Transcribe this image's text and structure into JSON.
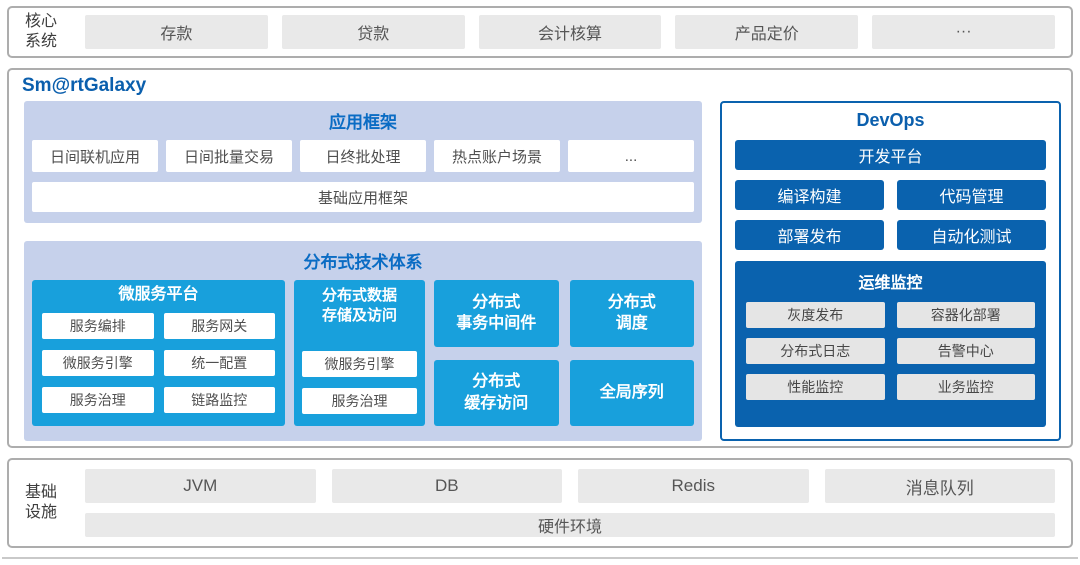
{
  "colors": {
    "panel_periwinkle": "#c6d1eb",
    "cyan": "#18a0dc",
    "dark_blue": "#0a62ae",
    "title_blue": "#0a6cc4",
    "brand_blue": "#0b5fad",
    "gray_box": "#e9e9e9"
  },
  "core_systems": {
    "label": "核心\n系统",
    "items": [
      "存款",
      "贷款",
      "会计核算",
      "产品定价",
      "···"
    ]
  },
  "galaxy": {
    "title": "Sm@rtGalaxy",
    "app_framework": {
      "title": "应用框架",
      "apps": [
        "日间联机应用",
        "日间批量交易",
        "日终批处理",
        "热点账户场景",
        "..."
      ],
      "base": "基础应用框架"
    },
    "distributed": {
      "title": "分布式技术体系",
      "microservice_platform": {
        "title": "微服务平台",
        "items": [
          "服务编排",
          "服务网关",
          "微服务引擎",
          "统一配置",
          "服务治理",
          "链路监控"
        ]
      },
      "data_storage": {
        "title": "分布式数据\n存储及访问",
        "items": [
          "微服务引擎",
          "服务治理"
        ]
      },
      "blocks": [
        "分布式\n事务中间件",
        "分布式\n调度",
        "分布式\n缓存访问",
        "全局序列"
      ]
    },
    "devops": {
      "title": "DevOps",
      "platform": "开发平台",
      "tools": [
        "编译构建",
        "代码管理",
        "部署发布",
        "自动化测试"
      ],
      "ops_monitor": {
        "title": "运维监控",
        "items": [
          "灰度发布",
          "容器化部署",
          "分布式日志",
          "告警中心",
          "性能监控",
          "业务监控"
        ]
      }
    }
  },
  "infrastructure": {
    "label": "基础\n设施",
    "items": [
      "JVM",
      "DB",
      "Redis",
      "消息队列"
    ],
    "hardware": "硬件环境"
  }
}
